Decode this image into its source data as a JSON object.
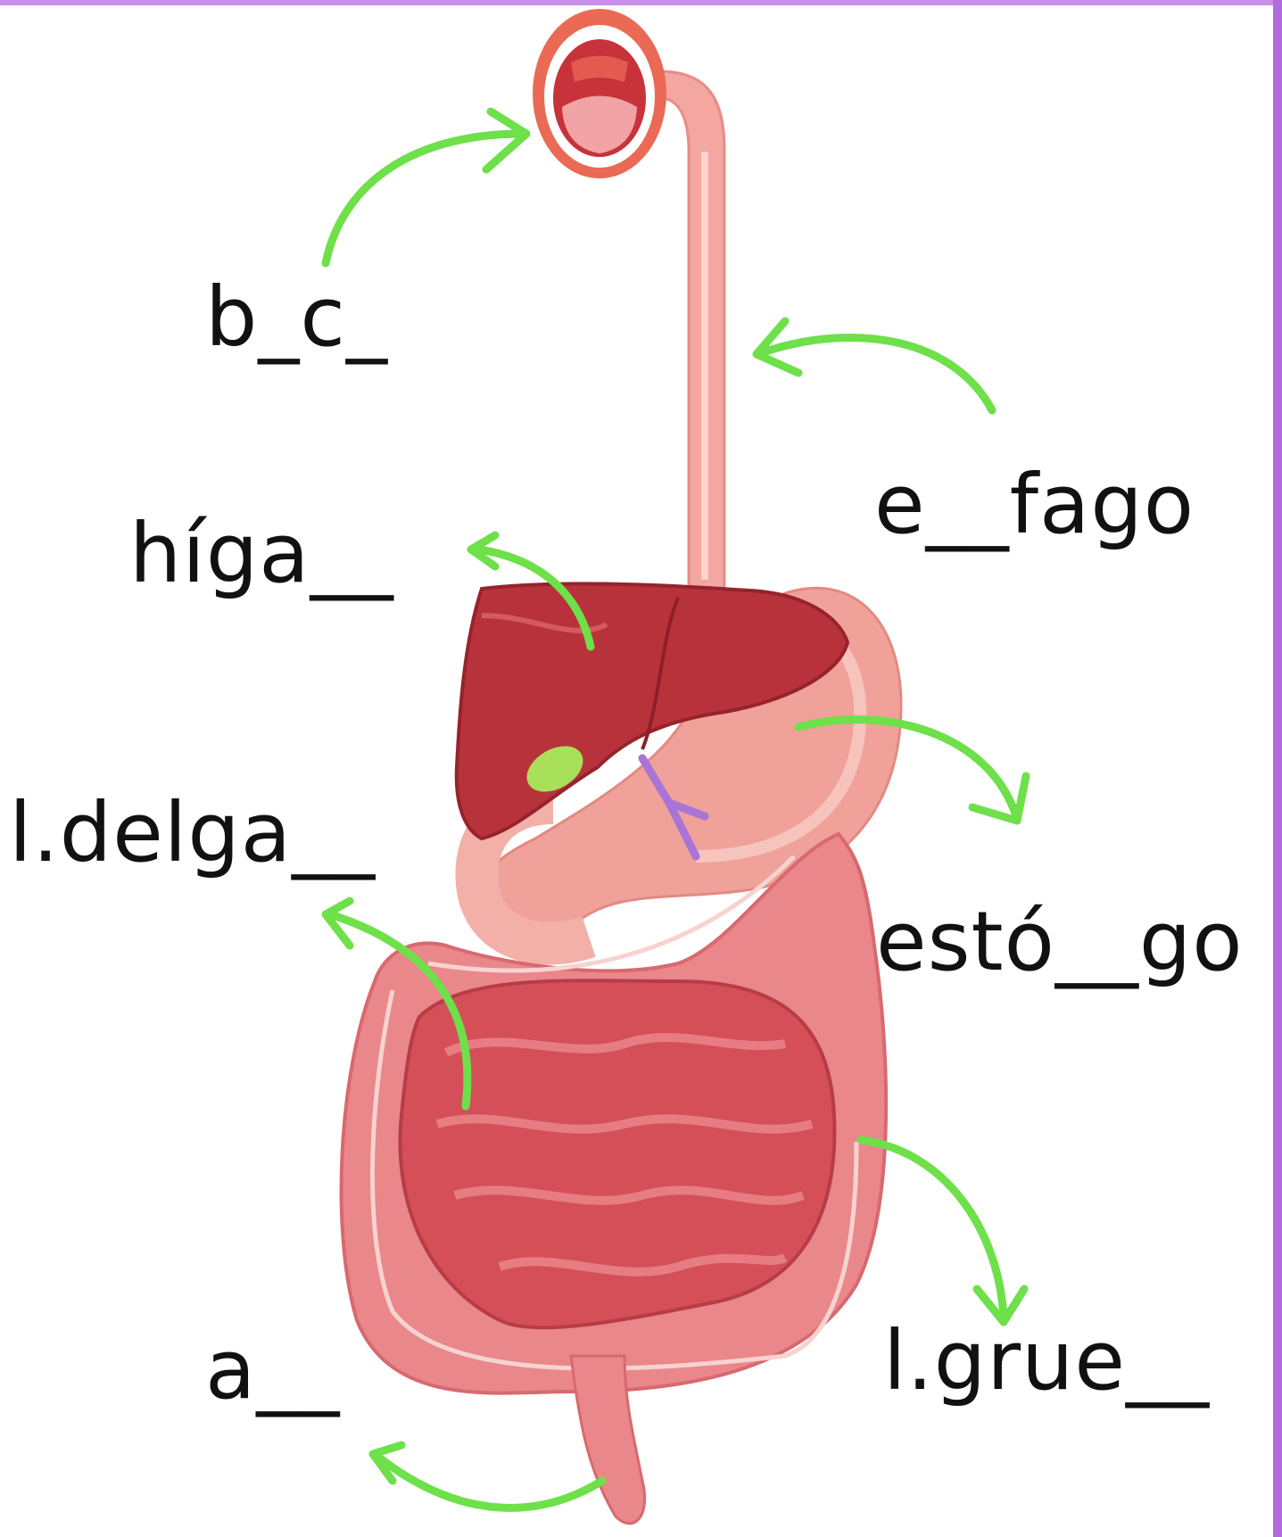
{
  "labels": {
    "boca": "b_c_",
    "esofago": "e__fago",
    "higado": "híga__",
    "intestino_delgado": "l.delga__",
    "estomago": "estó__go",
    "intestino_grueso": "l.grue__",
    "ano": "a__"
  },
  "colors": {
    "arrow": "#6ee04a",
    "border": "#b36be0",
    "liver": "#b8323c",
    "stomach": "#f2a49b",
    "intestine": "#d9585f",
    "colon": "#e8878a",
    "gallbladder": "#a8e05a",
    "duct": "#a874d6"
  },
  "icons": [
    "mouth-icon",
    "esophagus-icon",
    "liver-icon",
    "stomach-icon",
    "gallbladder-icon",
    "small-intestine-icon",
    "large-intestine-icon",
    "rectum-icon"
  ]
}
